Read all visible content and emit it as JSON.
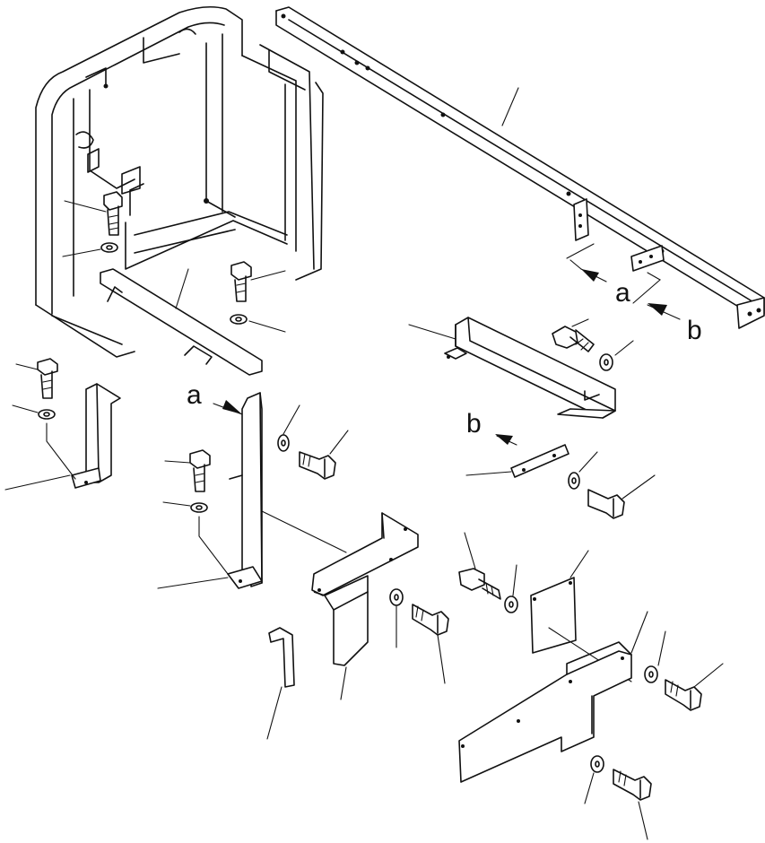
{
  "labels": {
    "a_top": "a",
    "b_top": "b",
    "a_left": "a",
    "b_mid": "b"
  }
}
